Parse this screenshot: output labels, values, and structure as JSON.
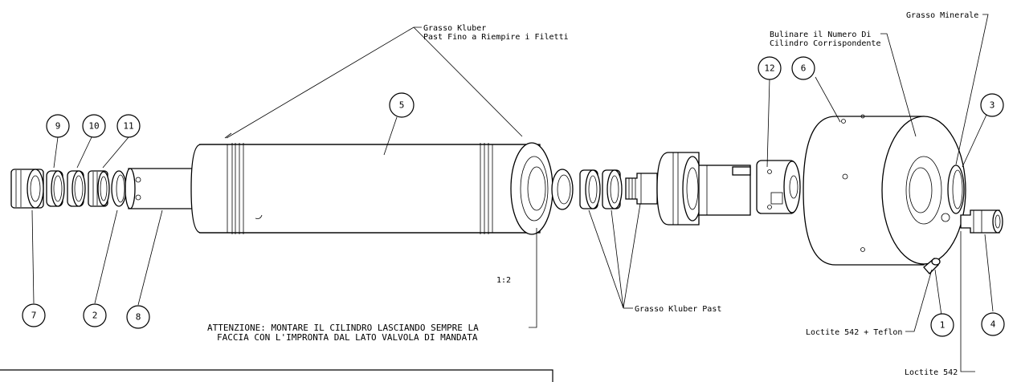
{
  "notes": {
    "kluber_top_1": "Grasso Kluber",
    "kluber_top_2": "Past Fino a Riempire i Filetti",
    "bulinare_1": "Bulinare il Numero Di",
    "bulinare_2": "Cilindro Corrispondente",
    "grasso_minerale": "Grasso Minerale",
    "kluber_past": "Grasso Kluber Past",
    "attenzione_1": "ATTENZIONE: MONTARE IL CILINDRO LASCIANDO SEMPRE LA",
    "attenzione_2": "FACCIA CON L'IMPRONTA DAL LATO VALVOLA DI MANDATA",
    "loctite_teflon": "Loctite 542 + Teflon",
    "loctite_542": "Loctite 542",
    "scale": "1:2"
  },
  "balloons": {
    "b1": "1",
    "b2": "2",
    "b3": "3",
    "b4": "4",
    "b5": "5",
    "b6": "6",
    "b7": "7",
    "b8": "8",
    "b9": "9",
    "b10": "10",
    "b11": "11",
    "b12": "12"
  }
}
